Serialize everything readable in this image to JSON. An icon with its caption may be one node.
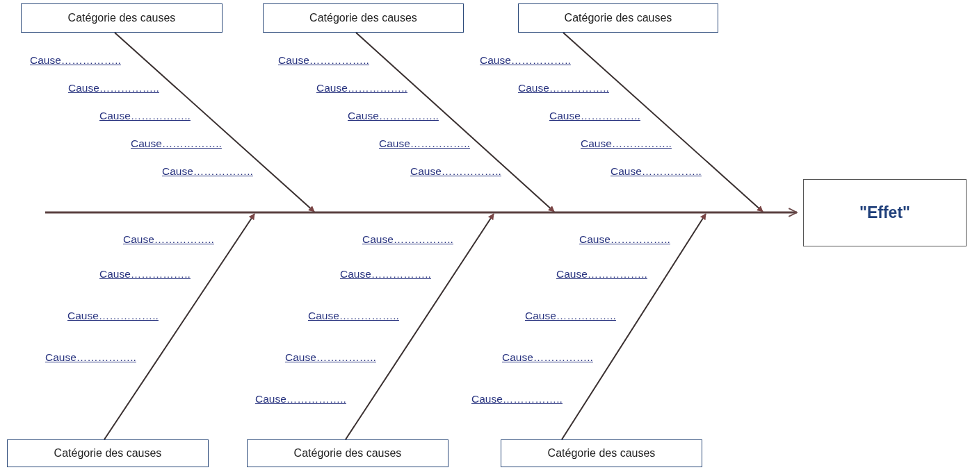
{
  "diagram": {
    "nodes": [
      {
        "text": [
          "Catégorie des causes"
        ]
      },
      {
        "text": [
          "Catégorie des causes"
        ]
      },
      {
        "text": [
          "Catégorie des causes"
        ]
      },
      {
        "text": [
          "Catégorie des causes"
        ]
      },
      {
        "text": [
          "Catégorie des causes"
        ]
      },
      {
        "text": [
          "Catégorie des causes"
        ]
      },
      {
        "text": [
          "\"Effet\""
        ]
      }
    ],
    "edges": [
      {
        "from": 0,
        "to": null,
        "arrow": "to"
      },
      {
        "from": 1,
        "to": null,
        "arrow": "to"
      },
      {
        "from": 2,
        "to": null,
        "arrow": "to"
      },
      {
        "from": 3,
        "to": null,
        "arrow": "to"
      },
      {
        "from": 4,
        "to": null,
        "arrow": "to"
      },
      {
        "from": 5,
        "to": null,
        "arrow": "to"
      },
      {
        "from": null,
        "to": 6,
        "arrow": "to"
      }
    ],
    "labels": [
      "Cause……………..",
      "Cause……………..",
      "Cause……………..",
      "Cause……………..",
      "Cause……………..",
      "Cause……………..",
      "Cause……………..",
      "Cause……………..",
      "Cause……………..",
      "Cause……………..",
      "Cause……………..",
      "Cause……………..",
      "Cause……………..",
      "Cause……………..",
      "Cause……………..",
      "Cause……………..",
      "Cause……………..",
      "Cause……………..",
      "Cause……………..",
      "Cause……………..",
      "Cause……………..",
      "Cause……………..",
      "Cause……………..",
      "Cause……………..",
      "Cause……………..",
      "Cause……………..",
      "Cause……………..",
      "Cause……………..",
      "Cause…………….."
    ]
  }
}
